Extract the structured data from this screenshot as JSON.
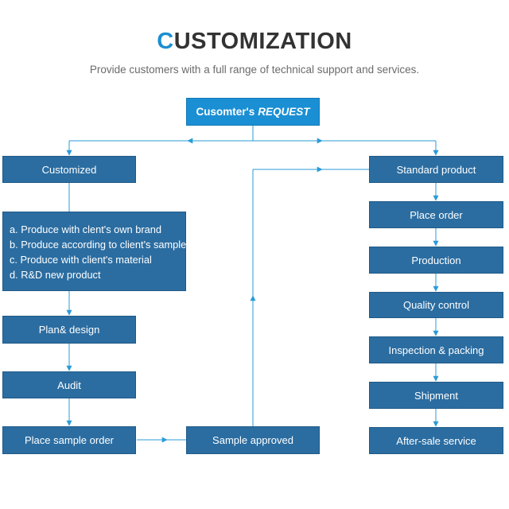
{
  "header": {
    "title_first_letter": "C",
    "title_rest": "USTOMIZATION",
    "subtitle": "Provide customers with a full range of technical support and services."
  },
  "request": {
    "label_plain": "Cusomter's",
    "label_italic": "REQUEST"
  },
  "custom_flow": {
    "customized": "Customized",
    "options": [
      "a. Produce with clent's own brand",
      "b. Produce according to client's sample",
      "c. Produce with client's material",
      "d. R&D new product"
    ],
    "plan_design": "Plan& design",
    "audit": "Audit",
    "place_sample_order": "Place sample order",
    "sample_approved": "Sample approved"
  },
  "standard_flow": {
    "standard_product": "Standard product",
    "place_order": "Place order",
    "production": "Production",
    "quality_control": "Quality control",
    "inspection_packing": "Inspection & packing",
    "shipment": "Shipment",
    "after_sale_service": "After-sale service"
  },
  "colors": {
    "box_fill": "#2b6da1",
    "request_fill": "#1a8fd3",
    "connector": "#2a9bd8",
    "title_accent": "#1b8fd0"
  }
}
